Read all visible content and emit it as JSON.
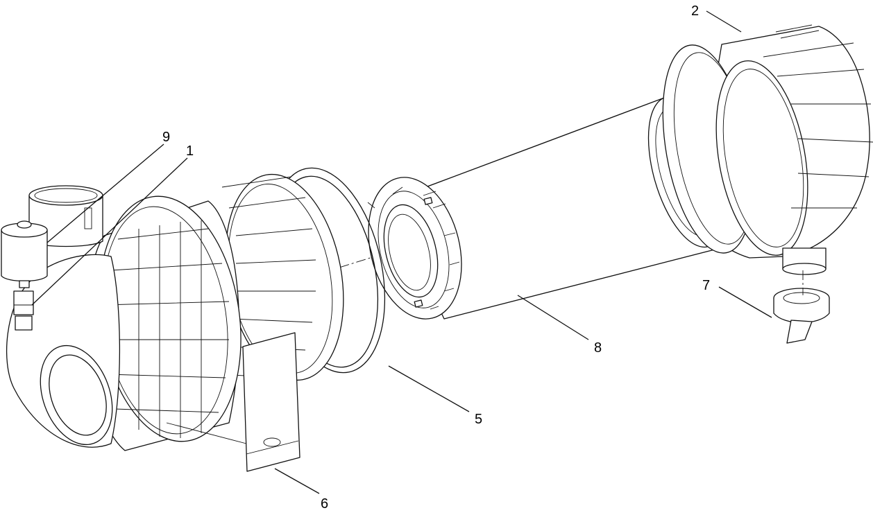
{
  "callouts": {
    "c1": "1",
    "c2": "2",
    "c5": "5",
    "c6": "6",
    "c7": "7",
    "c8": "8",
    "c9": "9"
  }
}
